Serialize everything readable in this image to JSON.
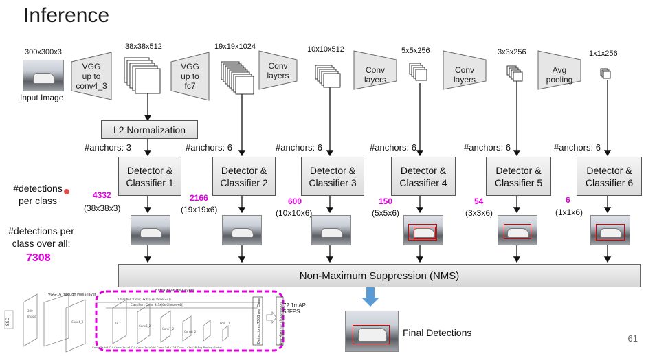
{
  "title": "Inference",
  "input": {
    "dims": "300x300x3",
    "label": "Input Image"
  },
  "stages": [
    {
      "label": "VGG\nup to\nconv4_3",
      "dims": "38x38x512"
    },
    {
      "label": "VGG\nup to\nfc7",
      "dims": "19x19x1024"
    },
    {
      "label": "Conv\nlayers",
      "dims": "10x10x512"
    },
    {
      "label": "Conv\nlayers",
      "dims": "5x5x256"
    },
    {
      "label": "Conv\nlayers",
      "dims": "3x3x256"
    },
    {
      "label": "Avg\npooling",
      "dims": "1x1x256"
    }
  ],
  "l2_norm": "L2 Normalization",
  "branches": [
    {
      "anchors": "#anchors: 3",
      "detector": "Detector &\nClassifier 1",
      "count": "4332",
      "formula": "(38x38x3)"
    },
    {
      "anchors": "#anchors: 6",
      "detector": "Detector &\nClassifier 2",
      "count": "2166",
      "formula": "(19x19x6)"
    },
    {
      "anchors": "#anchors: 6",
      "detector": "Detector &\nClassifier 3",
      "count": "600",
      "formula": "(10x10x6)"
    },
    {
      "anchors": "#anchors: 6",
      "detector": "Detector &\nClassifier 4",
      "count": "150",
      "formula": "(5x5x6)"
    },
    {
      "anchors": "#anchors: 6",
      "detector": "Detector &\nClassifier 5",
      "count": "54",
      "formula": "(3x3x6)"
    },
    {
      "anchors": "#anchors: 6",
      "detector": "Detector &\nClassifier 6",
      "count": "6",
      "formula": "(1x1x6)"
    }
  ],
  "left_labels": {
    "per_class": "#detections\nper class",
    "overall": "#detections per\nclass over all:",
    "total": "7308"
  },
  "nms": "Non-Maximum Suppression (NMS)",
  "final": "Final Detections",
  "page_number": "61",
  "ssd_inset": {
    "extra": "Extra Feature Layers",
    "vgg": "VGG-16\nthrough Pool5 layer",
    "map": "72.1mAP\n58FPS",
    "side_box": "Detections:7308 per Class",
    "side_nms": "Non-Maximum Suppression",
    "classifier1": "Classifier : Conv: 3x3x(4x(Classes+4))",
    "classifier2": "Classifier : Conv: 3x3x(6x(Classes+4))",
    "bottom": "Conv: 3x3x1024 Conv: 1x1x1024   Conv: 1x1x256   Conv: 1x1x128   Conv: 1x1x128   Avg Pooling:Global",
    "ssd": "SSD",
    "image": "Image",
    "side300": "300",
    "conv4_3": "Conv4_3",
    "fc7": "FC7",
    "conv6_2": "Conv6_2",
    "conv7_2": "Conv7_2",
    "conv8_2": "Conv8_2",
    "pool11": "Pool 11"
  },
  "colors": {
    "magenta": "#e000e0",
    "inset_border": "#e000e0",
    "nms_arrow": "#5b9bd5",
    "bbox": "#e00000"
  }
}
